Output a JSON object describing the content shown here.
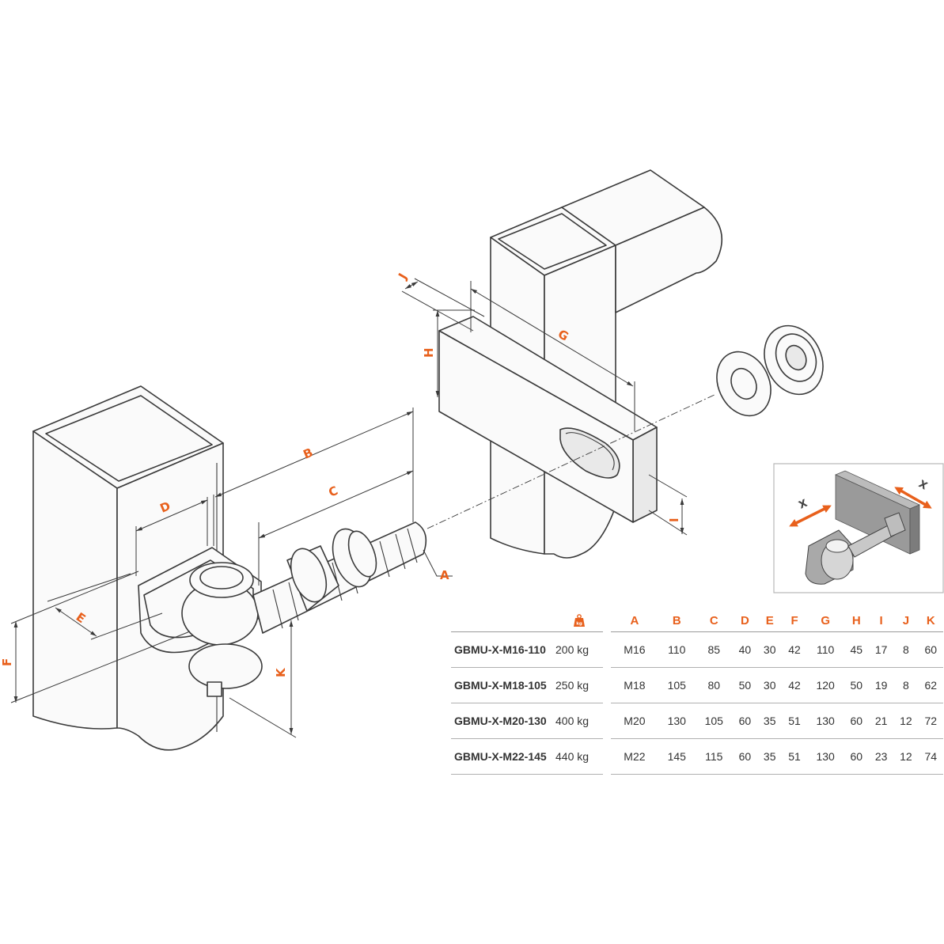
{
  "dimension_labels": {
    "A": "A",
    "B": "B",
    "C": "C",
    "D": "D",
    "E": "E",
    "F": "F",
    "G": "G",
    "H": "H",
    "I": "I",
    "J": "J",
    "K": "K"
  },
  "inset": {
    "adjust_label_left": "X",
    "adjust_label_right": "X"
  },
  "table": {
    "load_icon": "weight-kg-icon",
    "load_icon_text": "kg",
    "columns": [
      "A",
      "B",
      "C",
      "D",
      "E",
      "F",
      "G",
      "H",
      "I",
      "J",
      "K"
    ],
    "rows": [
      {
        "model": "GBMU-X-M16-110",
        "load": "200 kg",
        "values": [
          "M16",
          "110",
          "85",
          "40",
          "30",
          "42",
          "110",
          "45",
          "17",
          "8",
          "60"
        ]
      },
      {
        "model": "GBMU-X-M18-105",
        "load": "250 kg",
        "values": [
          "M18",
          "105",
          "80",
          "50",
          "30",
          "42",
          "120",
          "50",
          "19",
          "8",
          "62"
        ]
      },
      {
        "model": "GBMU-X-M20-130",
        "load": "400 kg",
        "values": [
          "M20",
          "130",
          "105",
          "60",
          "35",
          "51",
          "130",
          "60",
          "21",
          "12",
          "72"
        ]
      },
      {
        "model": "GBMU-X-M22-145",
        "load": "440 kg",
        "values": [
          "M22",
          "145",
          "115",
          "60",
          "35",
          "51",
          "130",
          "60",
          "23",
          "12",
          "74"
        ]
      }
    ]
  },
  "colors": {
    "accent": "#e8601c",
    "line": "#3a3a3a",
    "part_fill": "#fafafa",
    "inset_plate": "#9a9a9a"
  }
}
